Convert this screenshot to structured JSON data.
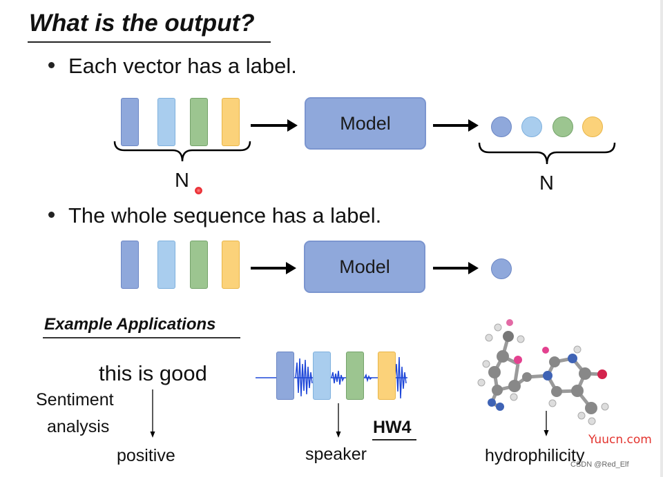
{
  "title": "What is the output?",
  "bullets": [
    "Each vector has a label.",
    "The whole sequence has a label."
  ],
  "model_label": "Model",
  "n_label": "N",
  "example_title": "Example Applications",
  "examples": {
    "sentiment": {
      "input": "this is good",
      "task_line1": "Sentiment",
      "task_line2": "analysis",
      "output": "positive"
    },
    "speaker": {
      "output": "speaker",
      "homework": "HW4"
    },
    "molecule": {
      "output": "hydrophilicity"
    }
  },
  "watermark": {
    "site": "Yuucn.com",
    "credit": "CSDN @Red_Elf"
  },
  "colors": {
    "blue": "#8fa8db",
    "light_blue": "#a9cdee",
    "green": "#9cc590",
    "yellow": "#fbd27a",
    "watermark_red": "#e3342f"
  }
}
